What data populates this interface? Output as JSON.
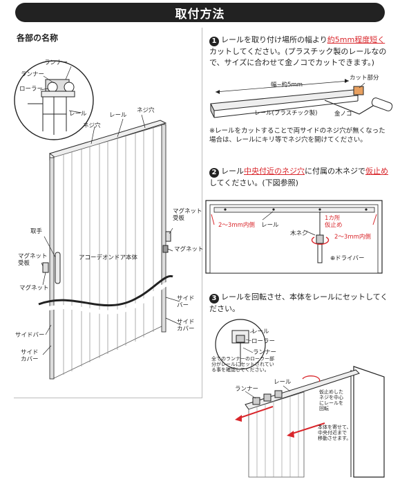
{
  "title": "取付方法",
  "parts": {
    "heading": "各部の名称",
    "runner_top": "ランナー",
    "runner_left": "ランナー",
    "roller": "ローラー",
    "rail_inset": "レール",
    "screw_hole_inset": "ネジ穴",
    "rail": "レール",
    "screw_hole": "ネジ穴",
    "magnet_plate_right": "マグネット\n受板",
    "magnet_right": "マグネット",
    "handle": "取手",
    "magnet_plate_left": "マグネット\n受板",
    "magnet_left": "マグネット",
    "door_body": "アコーデオンドア本体",
    "side_bar_right": "サイド\nバー",
    "side_cover_right": "サイド\nカバー",
    "side_bar_left": "サイドバー",
    "side_cover_left": "サイド\nカバー"
  },
  "step1": {
    "number": "1",
    "text_a": "レールを取り付け場所の幅より",
    "text_red": "約5mm程度短く",
    "text_b": "カットしてください。(プラスチック製のレールなので、サイズに合わせて金ノコでカットできます。)",
    "width_label": "幅−約5mm",
    "cut_label": "カット部分",
    "rail_label": "レール(プラスチック製)",
    "saw_label": "金ノコ"
  },
  "note": "※レールをカットすることで両サイドのネジ穴が無くなった場合は、レールにキリ等でネジ穴を開けてください。",
  "step2": {
    "number": "2",
    "text_a": "レール",
    "text_red": "中央付近のネジ穴",
    "text_b": "に付属の木ネジで",
    "text_red2": "仮止め",
    "text_c": "してください。(下図参照)",
    "gap_left": "2〜3mm内側",
    "rail_label": "レール",
    "one_point": "1カ所\n仮止め",
    "wood_screw": "木ネジ",
    "gap_right": "2〜3mm内側",
    "driver": "⊕ドライバー"
  },
  "step3": {
    "number": "3",
    "text": "レールを回転させ、本体をレールにセットしてください。",
    "rail_inset": "レール",
    "roller_inset": "ローラー",
    "runner_inset": "ランナー",
    "check_note": "全てのランナーのローラー部分がレールにセットされている事を確認してください。",
    "rail_label": "レール",
    "runner_label": "ランナー",
    "rotate_note": "仮止めした\nネジを中心\nにレールを\n回転",
    "move_note": "本体を寄せて、\n中央付近まで\n移動させます。"
  },
  "colors": {
    "accent_red": "#d9262b",
    "title_bg": "#222222"
  }
}
